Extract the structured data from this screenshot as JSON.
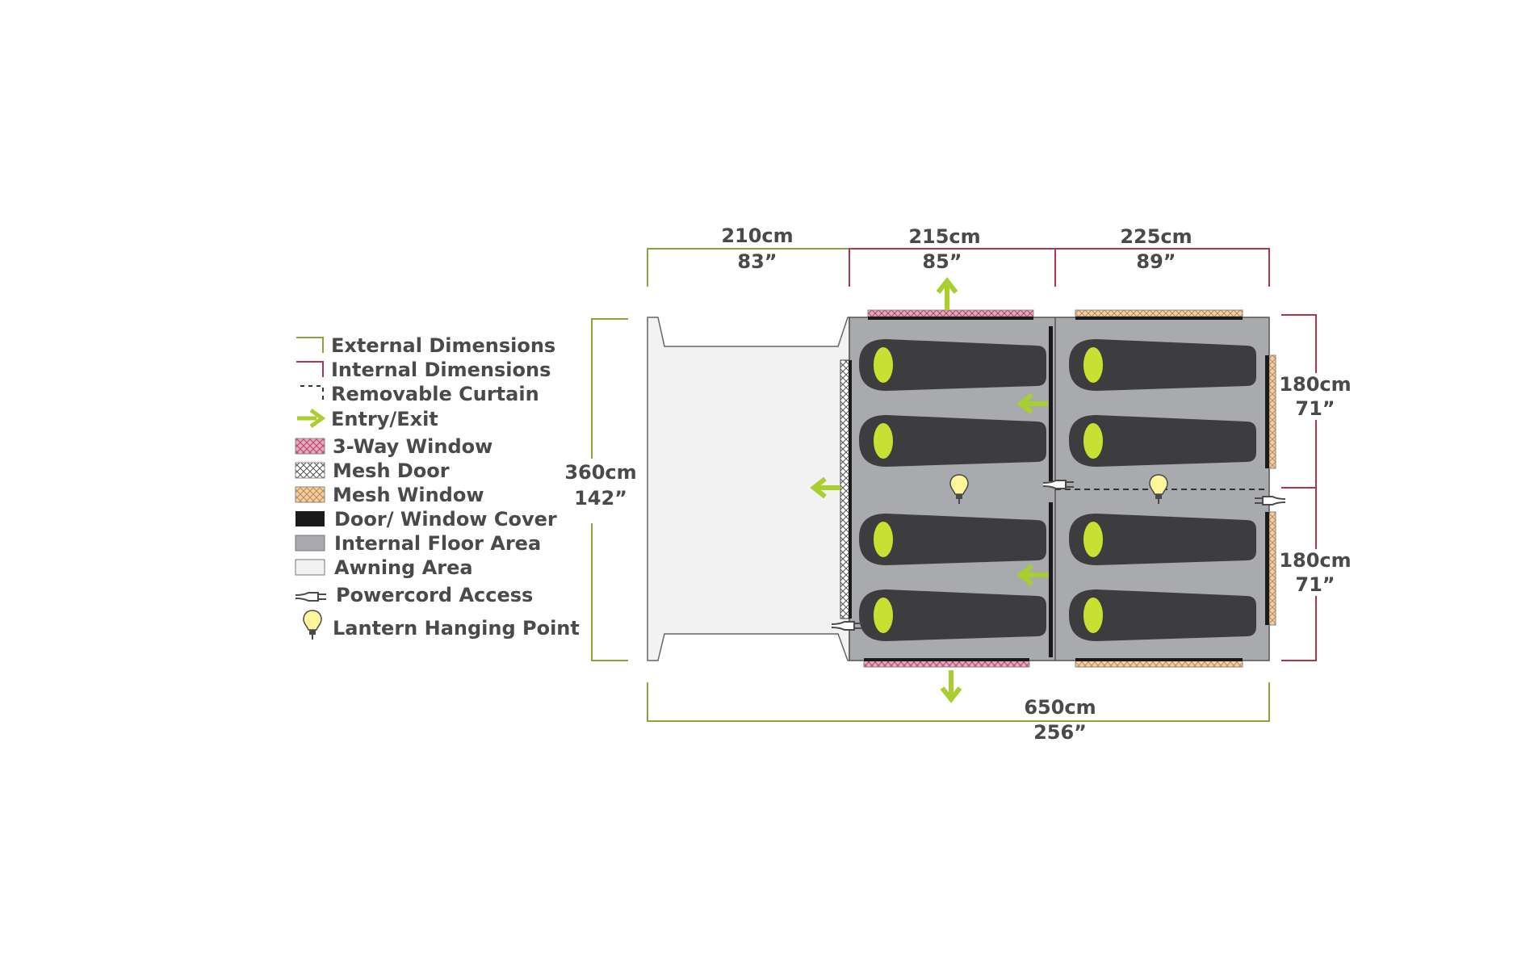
{
  "dimensions": {
    "top": [
      {
        "cm": "210cm",
        "inch": "83”"
      },
      {
        "cm": "215cm",
        "inch": "85”"
      },
      {
        "cm": "225cm",
        "inch": "89”"
      }
    ],
    "left": {
      "cm": "360cm",
      "inch": "142”"
    },
    "right_upper": {
      "cm": "180cm",
      "inch": "71”"
    },
    "right_lower": {
      "cm": "180cm",
      "inch": "71”"
    },
    "bottom": {
      "cm": "650cm",
      "inch": "256”"
    }
  },
  "legend": [
    {
      "key": "external",
      "label": "External Dimensions"
    },
    {
      "key": "internal",
      "label": "Internal Dimensions"
    },
    {
      "key": "curtain",
      "label": "Removable Curtain"
    },
    {
      "key": "entry",
      "label": "Entry/Exit"
    },
    {
      "key": "threeway",
      "label": "3-Way Window"
    },
    {
      "key": "meshdoor",
      "label": "Mesh Door"
    },
    {
      "key": "meshwindow",
      "label": "Mesh Window"
    },
    {
      "key": "cover",
      "label": "Door/ Window Cover"
    },
    {
      "key": "floor",
      "label": "Internal Floor Area"
    },
    {
      "key": "awning",
      "label": "Awning Area"
    },
    {
      "key": "power",
      "label": "Powercord Access"
    },
    {
      "key": "lantern",
      "label": "Lantern Hanging Point"
    }
  ],
  "colors": {
    "external": "#8aa63a",
    "internal": "#b2334f",
    "entry": "#a8cf2e",
    "floor": "#a9aaad",
    "awning": "#f2f2f2",
    "sleeping_bag": "#3d3d40",
    "bag_head": "#c8e032",
    "threeway": "#d88aa3",
    "meshwindow": "#e2b98a",
    "cover": "#1a1a1a",
    "text": "#4a4a4a"
  }
}
